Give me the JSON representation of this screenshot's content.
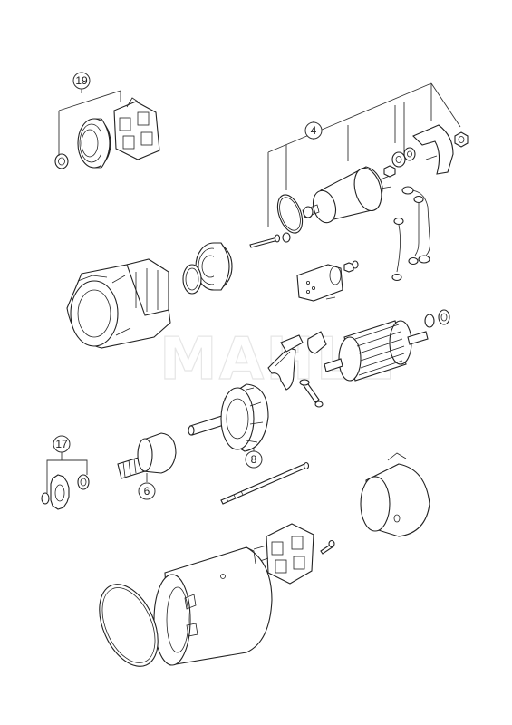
{
  "watermark": {
    "text": "MAHLE"
  },
  "callouts": [
    {
      "id": "19",
      "label": "19"
    },
    {
      "id": "4",
      "label": "4"
    },
    {
      "id": "8",
      "label": "8"
    },
    {
      "id": "17",
      "label": "17"
    },
    {
      "id": "6",
      "label": "6"
    }
  ],
  "colors": {
    "line": "#222222",
    "background": "#ffffff",
    "watermark": "#e6e6e6"
  }
}
